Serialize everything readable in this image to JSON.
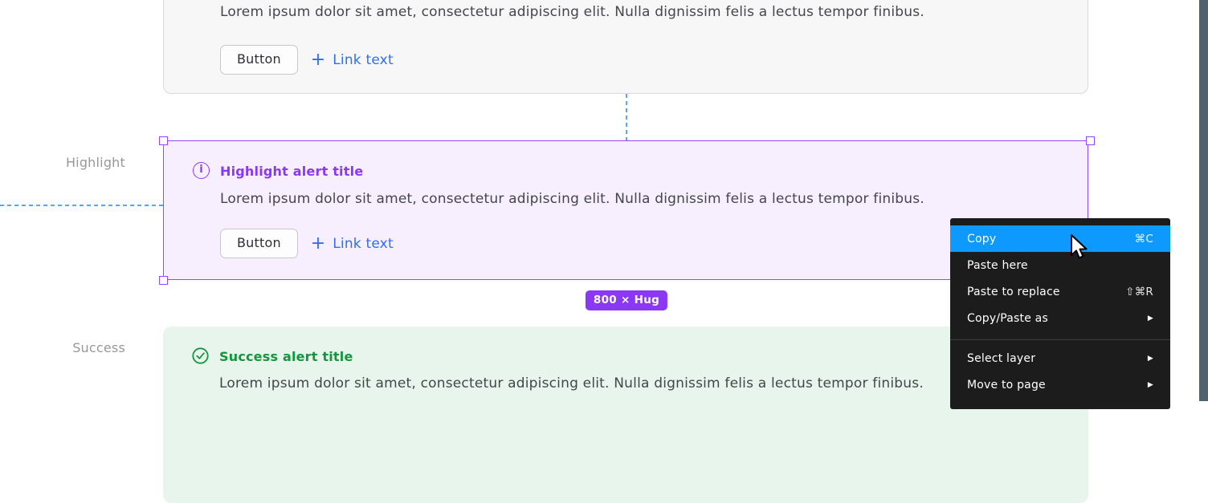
{
  "colors": {
    "selection_purple": "#9747ff",
    "highlight_purple": "#8a38f4",
    "badge_purple": "#8a38f4",
    "menu_highlight_blue": "#0d99ff",
    "link_blue": "#2f6ff2",
    "success_green": "#14963c",
    "guide_blue": "#58a6f7",
    "canvas_strip_teal": "#4d6470"
  },
  "canvas": {
    "default_alert": {
      "body": "Lorem ipsum dolor sit amet, consectetur adipiscing elit. Nulla dignissim felis a lectus tempor finibus.",
      "button_label": "Button",
      "plus_icon": "+",
      "link_label": "Link text"
    },
    "highlight_row_label": "Highlight",
    "highlight_alert": {
      "icon_glyph": "i",
      "title": "Highlight alert title",
      "body": "Lorem ipsum dolor sit amet, consectetur adipiscing elit. Nulla dignissim felis a lectus tempor finibus.",
      "button_label": "Button",
      "plus_icon": "+",
      "link_label": "Link text"
    },
    "size_badge": "800 × Hug",
    "success_row_label": "Success",
    "success_alert": {
      "title": "Success alert title",
      "body": "Lorem ipsum dolor sit amet, consectetur adipiscing elit. Nulla dignissim felis a lectus tempor finibus."
    }
  },
  "context_menu": {
    "submenu_arrow_icon": "▶",
    "items": [
      {
        "label": "Copy",
        "shortcut": "⌘C"
      },
      {
        "label": "Paste here",
        "shortcut": ""
      },
      {
        "label": "Paste to replace",
        "shortcut": "⇧⌘R"
      },
      {
        "label": "Copy/Paste as",
        "shortcut": ""
      },
      {
        "label": "Select layer",
        "shortcut": ""
      },
      {
        "label": "Move to page",
        "shortcut": ""
      }
    ]
  }
}
